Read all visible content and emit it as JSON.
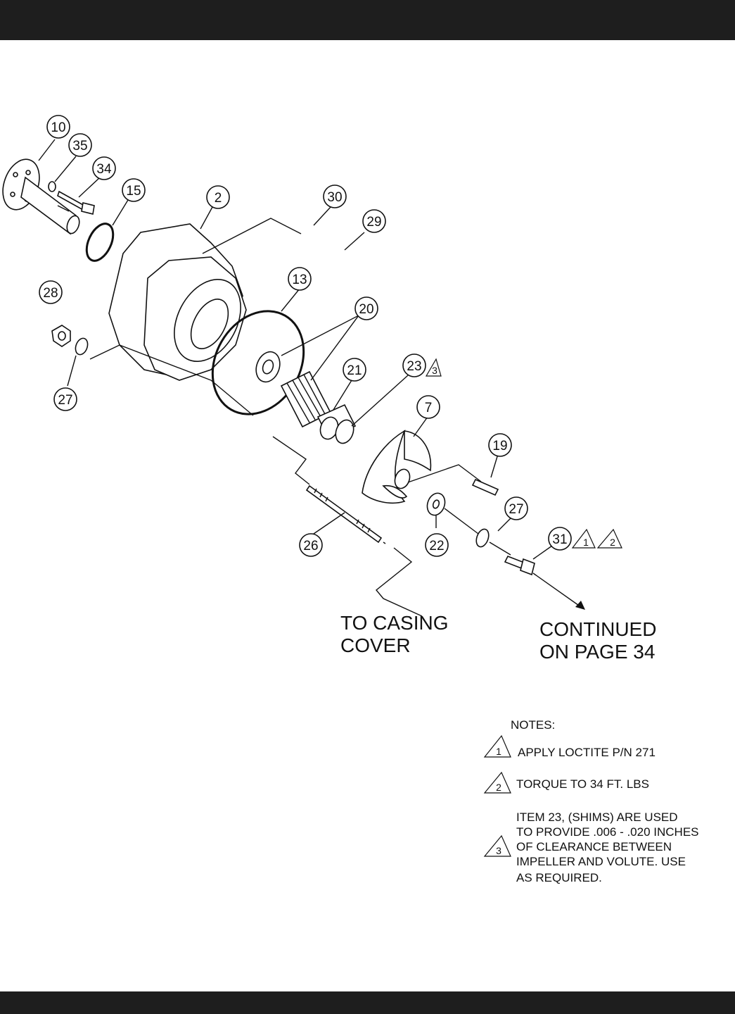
{
  "callouts": [
    "10",
    "35",
    "34",
    "15",
    "2",
    "30",
    "29",
    "28",
    "13",
    "20",
    "27",
    "21",
    "23",
    "7",
    "19",
    "27",
    "31",
    "26",
    "22"
  ],
  "triangle_marks": {
    "item23": "3",
    "item31_a": "1",
    "item31_b": "2",
    "note1": "1",
    "note2": "2",
    "note3": "3"
  },
  "labels": {
    "to_casing_line1": "TO CASING",
    "to_casing_line2": "COVER",
    "continued_line1": "CONTINUED",
    "continued_line2": "ON PAGE 34"
  },
  "notes": {
    "heading": "NOTES:",
    "note1": "APPLY LOCTITE  P/N 271",
    "note2": "TORQUE TO 34 FT. LBS",
    "note3_line1": "ITEM 23, (SHIMS) ARE USED",
    "note3_line2": "TO PROVIDE .006 - .020 INCHES",
    "note3_line3": "OF CLEARANCE BETWEEN",
    "note3_line4": "IMPELLER AND VOLUTE. USE",
    "note3_line5": "AS REQUIRED."
  }
}
